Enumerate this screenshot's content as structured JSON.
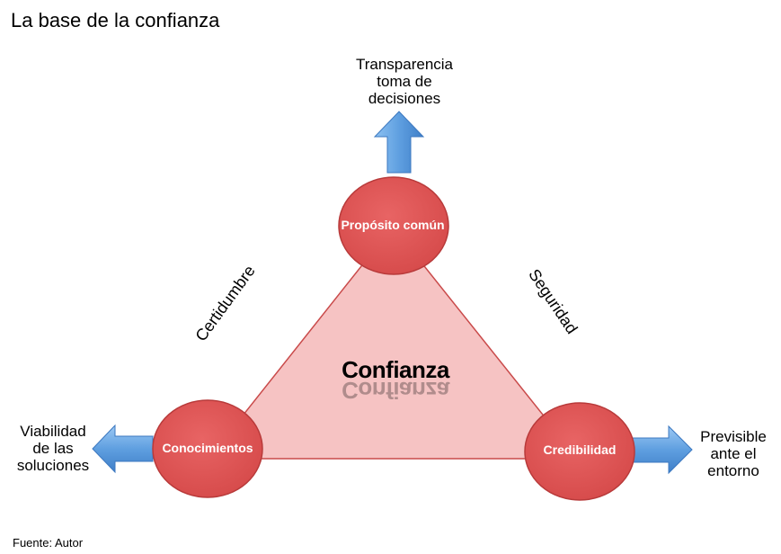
{
  "title": "La base de la confianza",
  "source": "Fuente: Autor",
  "center_label": "Confianza",
  "nodes": {
    "top": "Propósito común",
    "left": "Conocimientos",
    "right": "Credibilidad"
  },
  "sides": {
    "left": "Certidumbre",
    "right": "Seguridad"
  },
  "outcomes": {
    "top": [
      "Transparencia",
      "toma de",
      "decisiones"
    ],
    "left": [
      "Viabilidad",
      "de las",
      "soluciones"
    ],
    "right": [
      "Previsible",
      "ante el",
      "entorno"
    ]
  },
  "colors": {
    "node_fill": "#e05555",
    "node_stroke": "#b83a3a",
    "triangle_fill": "#f6c3c3",
    "triangle_stroke": "#c94a4a",
    "arrow_fill": "#6aa8e6"
  }
}
